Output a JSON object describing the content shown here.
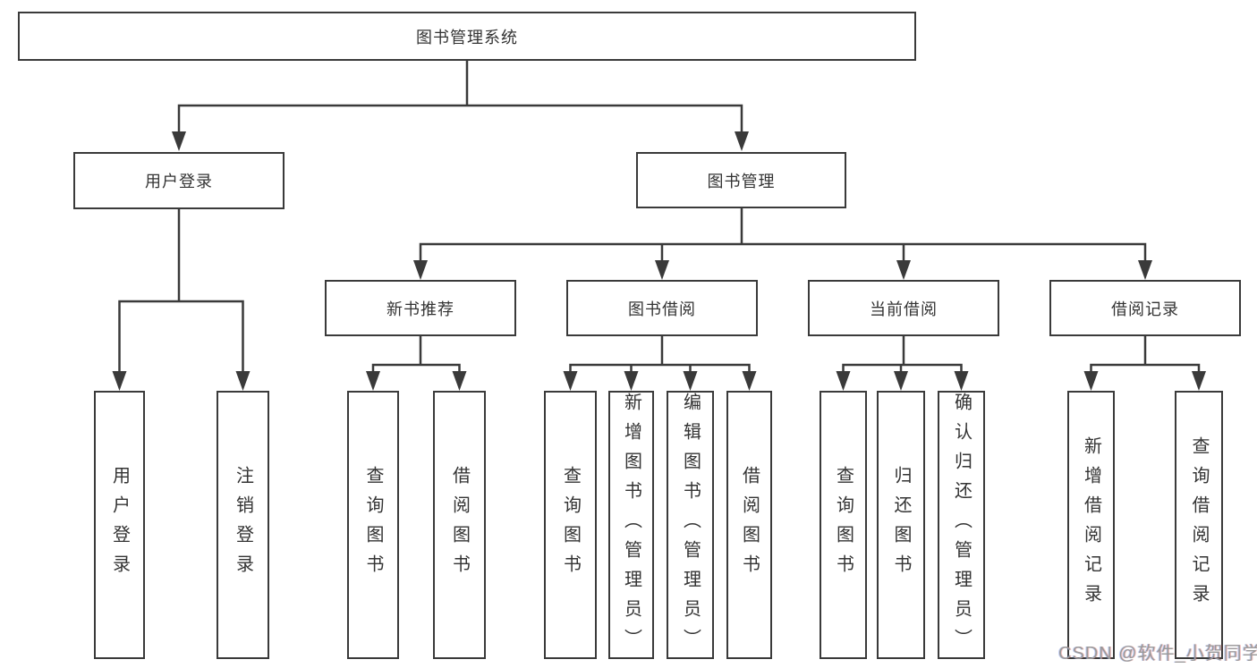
{
  "diagram": {
    "root_label": "图书管理系统",
    "level2": [
      "用户登录",
      "图书管理"
    ],
    "level3": [
      "新书推荐",
      "图书借阅",
      "当前借阅",
      "借阅记录"
    ],
    "leaves": [
      "用户登录",
      "注销登录",
      "查询图书",
      "借阅图书",
      "查询图书",
      "新增图书（管理员）",
      "编辑图书（管理员）",
      "借阅图书",
      "查询图书",
      "归还图书",
      "确认归还（管理员）",
      "新增借阅记录",
      "查询借阅记录"
    ],
    "colors": {
      "line": "#3a3a3a",
      "box_border": "#3a3a3a",
      "box_fill": "#ffffff",
      "text": "#333333",
      "watermark": "#9a9a9a"
    },
    "watermark": "CSDN @软件_小贺同学"
  }
}
